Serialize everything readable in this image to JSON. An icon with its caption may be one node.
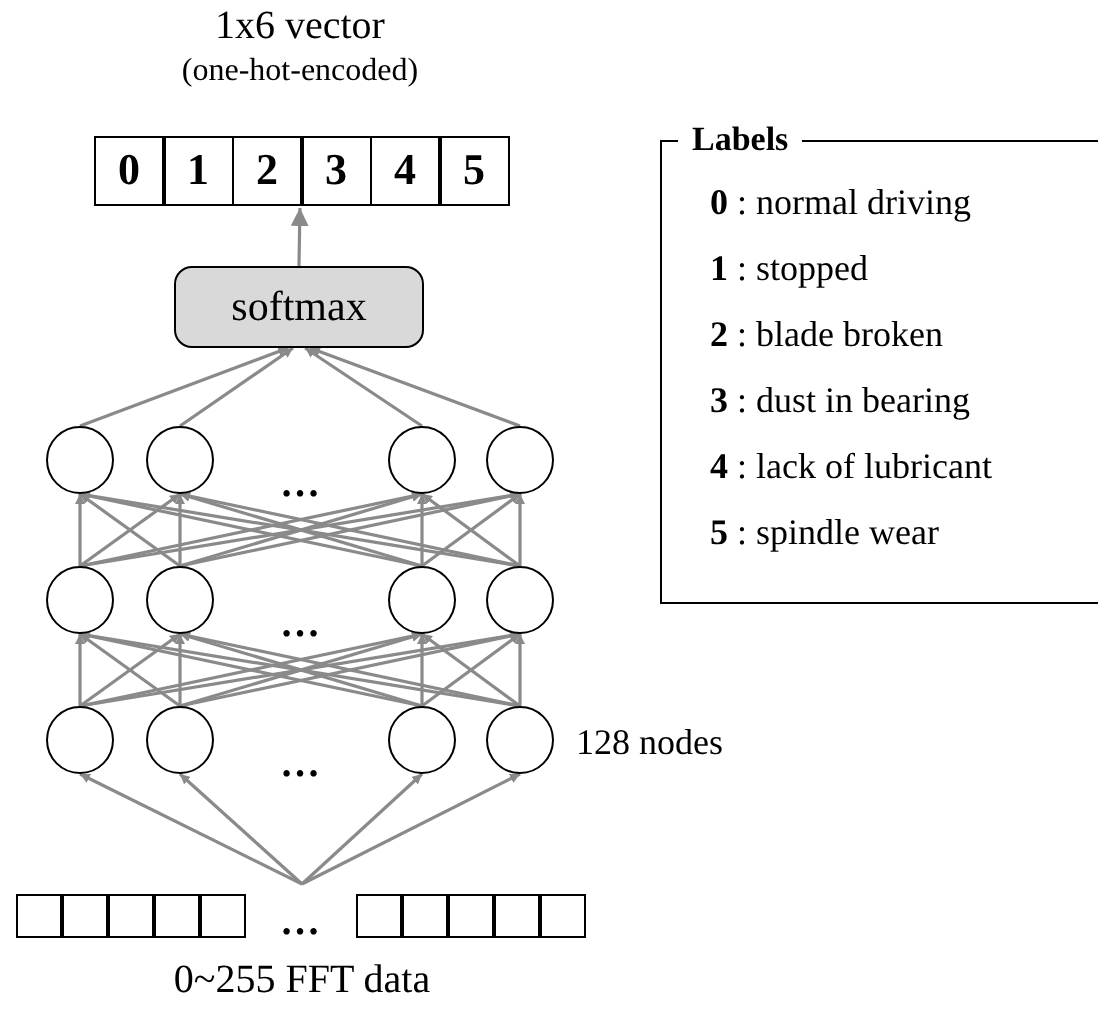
{
  "diagram": {
    "nodes": [
      {
        "text": [
          "1x6 vector",
          "(one-hot-encoded)"
        ]
      },
      {
        "text": [
          "0"
        ],
        "in": 0
      },
      {
        "text": [
          "1"
        ],
        "in": 0
      },
      {
        "text": [
          "2"
        ],
        "in": 0
      },
      {
        "text": [
          "3"
        ],
        "in": 0
      },
      {
        "text": [
          "4"
        ],
        "in": 0
      },
      {
        "text": [
          "5"
        ],
        "in": 0
      },
      {
        "text": [
          "softmax"
        ]
      },
      {
        "text": [],
        "shape": "circle"
      },
      {
        "text": [],
        "shape": "circle"
      },
      {
        "text": [],
        "shape": "circle"
      },
      {
        "text": [],
        "shape": "circle"
      },
      {
        "text": [],
        "shape": "circle"
      },
      {
        "text": [],
        "shape": "circle"
      },
      {
        "text": [],
        "shape": "circle"
      },
      {
        "text": [],
        "shape": "circle"
      },
      {
        "text": [],
        "shape": "circle"
      },
      {
        "text": [],
        "shape": "circle"
      },
      {
        "text": [],
        "shape": "circle"
      },
      {
        "text": [],
        "shape": "circle",
        "beside": [
          "128 nodes"
        ]
      },
      {
        "text": [
          "0~255 FFT data"
        ]
      },
      {
        "text": [],
        "shape": "box",
        "in": 20
      },
      {
        "text": [],
        "shape": "box",
        "in": 20
      },
      {
        "text": [],
        "shape": "box",
        "in": 20
      },
      {
        "text": [],
        "shape": "box",
        "in": 20
      },
      {
        "text": [],
        "shape": "box",
        "in": 20
      },
      {
        "text": [],
        "shape": "box",
        "in": 20
      },
      {
        "text": [],
        "shape": "box",
        "in": 20
      },
      {
        "text": [],
        "shape": "box",
        "in": 20
      },
      {
        "text": [],
        "shape": "box",
        "in": 20
      },
      {
        "text": [],
        "shape": "box",
        "in": 20
      },
      {
        "text": [
          "Labels",
          "**0** : normal driving",
          "**1** : stopped",
          "**2** : blade broken",
          "**3** : dust in bearing",
          "**4** : lack of lubricant",
          "**5** : spindle wear"
        ]
      }
    ],
    "edges": [
      {
        "from": 20,
        "to": 16,
        "arrow": "to"
      },
      {
        "from": 20,
        "to": 17,
        "arrow": "to"
      },
      {
        "from": 20,
        "to": 18,
        "arrow": "to"
      },
      {
        "from": 20,
        "to": 19,
        "arrow": "to"
      },
      {
        "from": 16,
        "to": 12,
        "arrow": "to"
      },
      {
        "from": 16,
        "to": 13,
        "arrow": "to"
      },
      {
        "from": 16,
        "to": 14,
        "arrow": "to"
      },
      {
        "from": 16,
        "to": 15,
        "arrow": "to"
      },
      {
        "from": 17,
        "to": 12,
        "arrow": "to"
      },
      {
        "from": 17,
        "to": 13,
        "arrow": "to"
      },
      {
        "from": 17,
        "to": 14,
        "arrow": "to"
      },
      {
        "from": 17,
        "to": 15,
        "arrow": "to"
      },
      {
        "from": 18,
        "to": 12,
        "arrow": "to"
      },
      {
        "from": 18,
        "to": 13,
        "arrow": "to"
      },
      {
        "from": 18,
        "to": 14,
        "arrow": "to"
      },
      {
        "from": 18,
        "to": 15,
        "arrow": "to"
      },
      {
        "from": 19,
        "to": 12,
        "arrow": "to"
      },
      {
        "from": 19,
        "to": 13,
        "arrow": "to"
      },
      {
        "from": 19,
        "to": 14,
        "arrow": "to"
      },
      {
        "from": 19,
        "to": 15,
        "arrow": "to"
      },
      {
        "from": 12,
        "to": 8,
        "arrow": "to"
      },
      {
        "from": 12,
        "to": 9,
        "arrow": "to"
      },
      {
        "from": 12,
        "to": 10,
        "arrow": "to"
      },
      {
        "from": 12,
        "to": 11,
        "arrow": "to"
      },
      {
        "from": 13,
        "to": 8,
        "arrow": "to"
      },
      {
        "from": 13,
        "to": 9,
        "arrow": "to"
      },
      {
        "from": 13,
        "to": 10,
        "arrow": "to"
      },
      {
        "from": 13,
        "to": 11,
        "arrow": "to"
      },
      {
        "from": 14,
        "to": 8,
        "arrow": "to"
      },
      {
        "from": 14,
        "to": 9,
        "arrow": "to"
      },
      {
        "from": 14,
        "to": 10,
        "arrow": "to"
      },
      {
        "from": 14,
        "to": 11,
        "arrow": "to"
      },
      {
        "from": 15,
        "to": 8,
        "arrow": "to"
      },
      {
        "from": 15,
        "to": 9,
        "arrow": "to"
      },
      {
        "from": 15,
        "to": 10,
        "arrow": "to"
      },
      {
        "from": 15,
        "to": 11,
        "arrow": "to"
      },
      {
        "from": 8,
        "to": 7,
        "arrow": "to"
      },
      {
        "from": 9,
        "to": 7,
        "arrow": "to"
      },
      {
        "from": 10,
        "to": 7,
        "arrow": "to"
      },
      {
        "from": 11,
        "to": 7,
        "arrow": "to"
      },
      {
        "from": 7,
        "to": 0,
        "arrow": "to"
      }
    ],
    "labels": [
      "…",
      "…",
      "…",
      "…"
    ]
  }
}
